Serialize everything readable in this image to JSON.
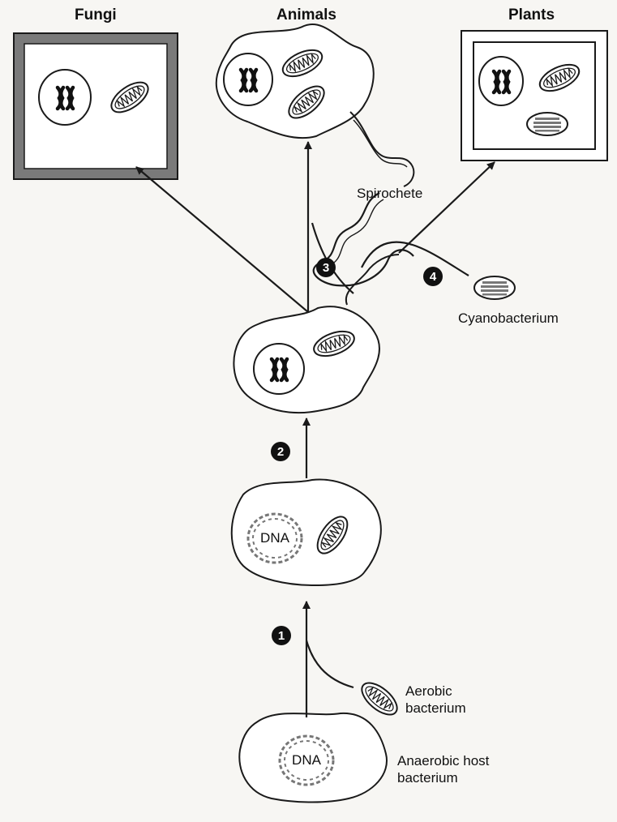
{
  "labels": {
    "fungi": "Fungi",
    "animals": "Animals",
    "plants": "Plants",
    "spirochete": "Spirochete",
    "cyanobacterium": "Cyanobacterium",
    "aerobic_line1": "Aerobic",
    "aerobic_line2": "bacterium",
    "anaerobic_line1": "Anaerobic host",
    "anaerobic_line2": "bacterium",
    "dna": "DNA"
  },
  "steps": [
    "1",
    "2",
    "3",
    "4"
  ],
  "colors": {
    "ink": "#1a1a1a",
    "wall": "#8a8a8a",
    "paper": "#f7f6f3"
  },
  "icons": [
    "chromosome-icon",
    "mitochondrion-icon",
    "chloroplast-icon",
    "dna-ring-icon",
    "arrow-icon"
  ]
}
